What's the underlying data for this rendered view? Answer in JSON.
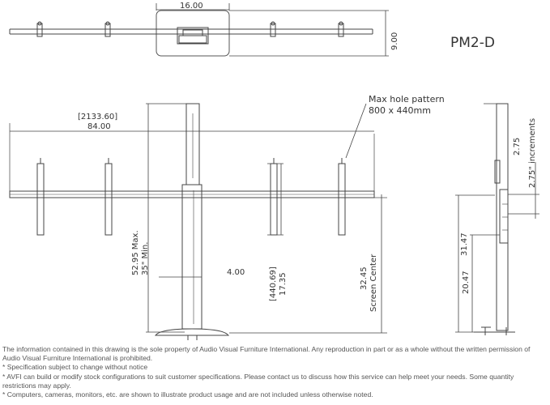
{
  "model": "PM2-D",
  "top_view": {
    "width_label": "16.00",
    "depth_label": "9.00"
  },
  "front_view": {
    "overall_width_mm": "[2133.60]",
    "overall_width_in": "84.00",
    "pattern_note_line1": "Max hole pattern",
    "pattern_note_line2": "800 x 440mm",
    "height_label_line1": "52.95 Max.",
    "height_label_line2": "35\" Min.",
    "column_label": "4.00",
    "bracket_mm": "[440.69]",
    "bracket_in": "17.35",
    "screen_center_line1": "32.45",
    "screen_center_line2": "Screen Center"
  },
  "side_view": {
    "increment_value": "2.75",
    "increment_label": "2.75\" increments",
    "height_upper": "31.47",
    "height_lower": "20.47"
  },
  "footer": {
    "line1": "The information contained in this drawing is the sole property of Audio Visual Furniture International. Any reproduction in part or as a whole without the written permission of Audio Visual Furniture International is prohibited.",
    "line2": "* Specification subject to change without notice",
    "line3": "* AVFI can build or modify stock configurations to suit customer specifications. Please contact us to discuss how this service can help meet your needs. Some quantity restrictions may apply.",
    "line4": "* Computers, cameras, monitors, etc. are shown to illustrate product usage and are not included unless otherwise noted."
  }
}
